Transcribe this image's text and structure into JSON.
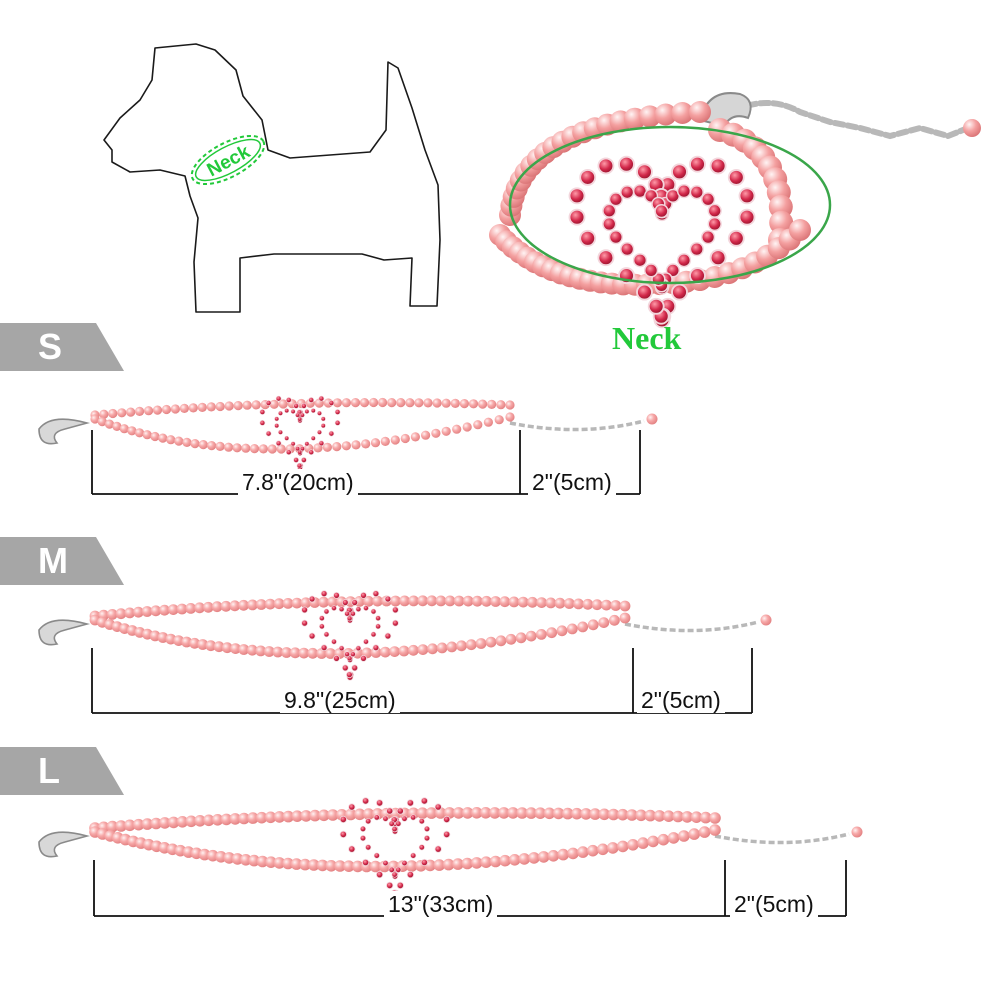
{
  "diagram": {
    "neck_label_dog": "Neck",
    "neck_label_photo": "Neck",
    "colors": {
      "accent_green": "#22c93a",
      "tab_gray": "#a6a6a6",
      "pearl_pink": "#f5a0a0",
      "heart_red": "#d0304a",
      "chain_silver": "#b8b8b8"
    },
    "sizes": [
      {
        "label": "S",
        "length": "7.8\"(20cm)",
        "extension": "2\"(5cm)"
      },
      {
        "label": "M",
        "length": "9.8\"(25cm)",
        "extension": "2\"(5cm)"
      },
      {
        "label": "L",
        "length": "13\"(33cm)",
        "extension": "2\"(5cm)"
      }
    ]
  }
}
